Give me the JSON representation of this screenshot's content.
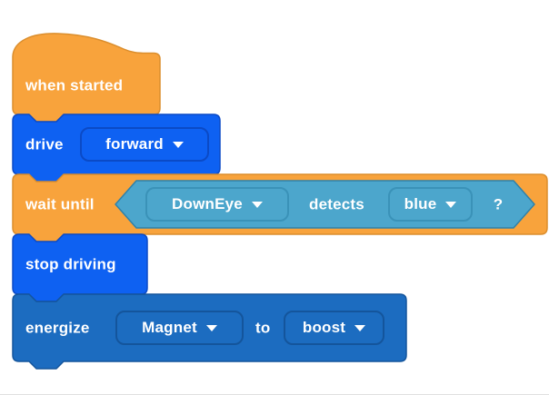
{
  "colors": {
    "orange": "#F8A33C",
    "orange_border": "#DB8E2D",
    "blue": "#0E61F2",
    "blue_border": "#0B4AC6",
    "dark_blue": "#1C6CC0",
    "dark_blue_border": "#14559C",
    "teal": "#4CA6CC",
    "teal_border": "#2E81AA",
    "teal_dropdown_border": "#3A92B8",
    "text": "#FFFFFF",
    "canvas_bg": "#FFFFFF",
    "canvas_edge": "#E0E0E0"
  },
  "icons": {
    "dropdown_arrow": "triangle-down"
  },
  "blocks": {
    "when_started": {
      "label": "when started"
    },
    "drive": {
      "label": "drive",
      "direction": "forward"
    },
    "wait_until": {
      "label": "wait until",
      "condition": {
        "sensor": "DownEye",
        "verb": "detects",
        "color": "blue",
        "question_mark": "?"
      }
    },
    "stop_driving": {
      "label": "stop driving"
    },
    "energize": {
      "label": "energize",
      "device": "Magnet",
      "preposition": "to",
      "mode": "boost"
    }
  }
}
